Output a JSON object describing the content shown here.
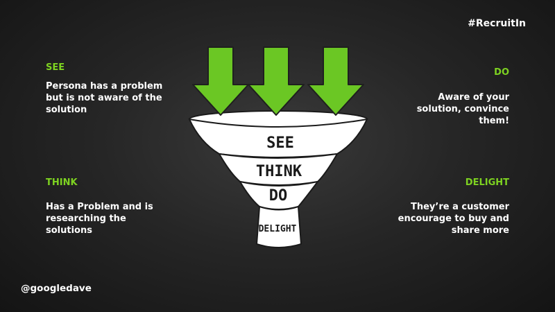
{
  "header": {
    "hashtag": "#RecruitIn"
  },
  "footer": {
    "handle": "@googledave"
  },
  "stages": {
    "see": {
      "label": "SEE",
      "description": "Persona has a problem but is not aware of the solution",
      "funnel_text": "SEE"
    },
    "think": {
      "label": "THINK",
      "description": "Has a Problem and is researching the solutions",
      "funnel_text": "THINK"
    },
    "do": {
      "label": "DO",
      "description": "Aware of your solution, convince them!",
      "funnel_text": "DO"
    },
    "delight": {
      "label": "DELIGHT",
      "description": "They’re a customer encourage to buy and share more",
      "funnel_text": "DELIGHT"
    }
  },
  "colors": {
    "accent": "#7ed321",
    "arrow": "#6bc724",
    "text": "#ffffff",
    "funnel": "#ffffff",
    "background": "#1c1c1c"
  },
  "icons": {
    "arrow": "down-arrow-icon",
    "funnel": "funnel-icon"
  }
}
